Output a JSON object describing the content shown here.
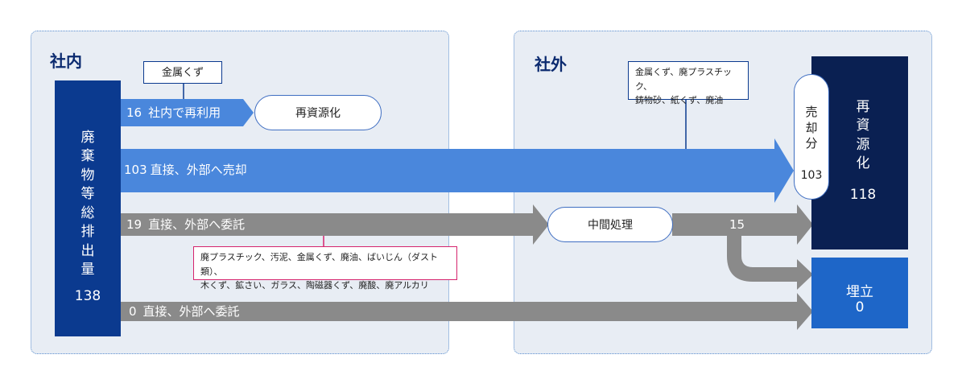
{
  "internal": {
    "title": "社内",
    "total_label_chars": [
      "廃",
      "棄",
      "物",
      "等",
      "総",
      "排",
      "出",
      "量"
    ],
    "total_value": "138",
    "note_metal": "金属くず",
    "recycle_box": "再資源化",
    "flows": [
      {
        "value": "16",
        "label": "社内で再利用"
      },
      {
        "value": "103",
        "label": "直接、外部へ売却"
      },
      {
        "value": "19",
        "label": "直接、外部へ委託"
      },
      {
        "value": "0",
        "label": "直接、外部へ委託"
      }
    ],
    "consign_note_lines": [
      "廃プラスチック、汚泥、金属くず、廃油、ばいじん（ダスト類）、",
      "木くず、鉱さい、ガラス、陶磁器くず、廃酸、廃アルカリ"
    ]
  },
  "external": {
    "title": "社外",
    "sale_note_lines": [
      "金属くず、廃プラスチック、",
      "鋳物砂、紙くず、廃油"
    ],
    "intermediate_box": "中間処理",
    "intermediate_out_value": "15",
    "sale_pill_chars": [
      "売",
      "却",
      "分"
    ],
    "sale_pill_value": "103",
    "recycle_chars": [
      "再",
      "資",
      "源",
      "化"
    ],
    "recycle_value": "118",
    "landfill_label": "埋立",
    "landfill_value": "0"
  },
  "colors": {
    "dark_navy": "#0a2052",
    "source_blue": "#0b3a8f",
    "flow_blue": "#4a87dc",
    "flow_gray": "#8a8a8a",
    "landfill_blue": "#1e66c8",
    "magenta": "#d6246e"
  }
}
